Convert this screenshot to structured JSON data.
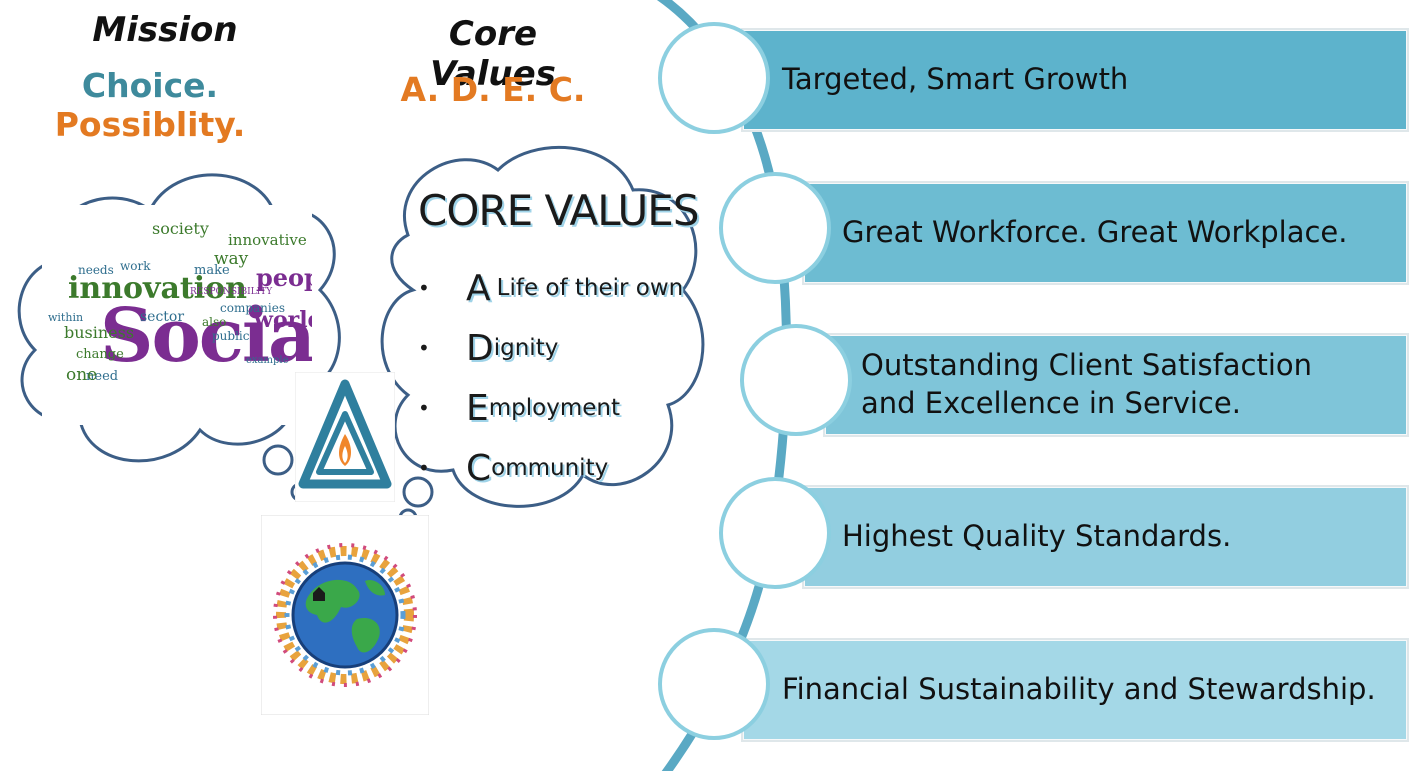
{
  "mission": {
    "heading": "Mission",
    "word1": "Choice.",
    "word2": "Possiblity."
  },
  "core_values": {
    "heading": "Core Values",
    "acronym": "A. D. E. C.",
    "panel_title": "CORE VALUES",
    "items": [
      {
        "letter": "A",
        "rest": "Life of their own"
      },
      {
        "letter": "D",
        "rest": "ignity"
      },
      {
        "letter": "E",
        "rest": "mployment"
      },
      {
        "letter": "C",
        "rest": "ommunity"
      }
    ]
  },
  "word_cloud": {
    "words": [
      "Social",
      "innovation",
      "people",
      "business",
      "world",
      "sector",
      "society",
      "change",
      "companies",
      "innovative",
      "need",
      "one",
      "needs",
      "make",
      "way",
      "RESPONSIBILITY",
      "public",
      "work",
      "also",
      "within",
      "example"
    ]
  },
  "goals": [
    "Targeted, Smart Growth",
    "Great Workforce. Great Workplace.",
    "Outstanding Client Satisfaction and Excellence in Service.",
    "Highest Quality Standards.",
    "Financial Sustainability and Stewardship."
  ],
  "colors": {
    "teal": "#3e8a9c",
    "orange": "#e37a22",
    "bar_shades": [
      "#5db3cc",
      "#6dbcd2",
      "#7fc5d9",
      "#92cee0",
      "#a4d8e7"
    ],
    "spine": "#5aa9c4"
  }
}
